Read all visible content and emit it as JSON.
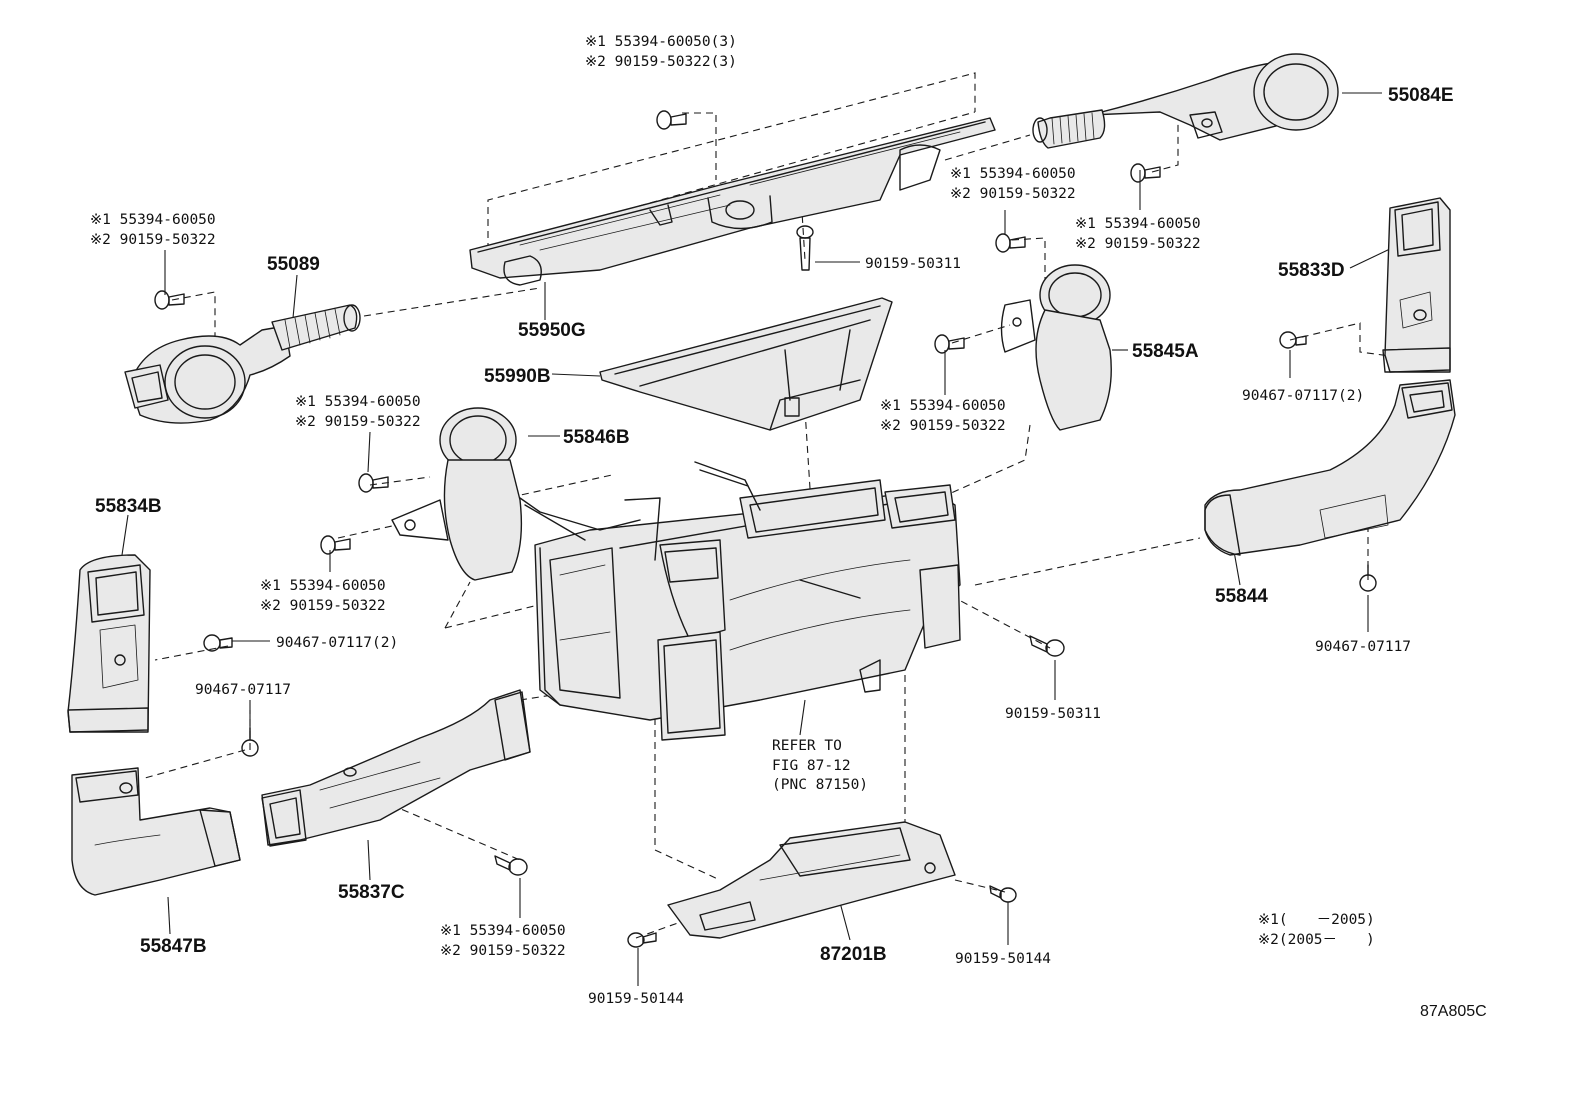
{
  "diagram_code": "87A805C",
  "legend": {
    "note1": "※1(　　－2005)",
    "note2": "※2(2005－　　)"
  },
  "refer": {
    "line1": "REFER TO",
    "line2": "FIG 87-12",
    "line3": "(PNC 87150)"
  },
  "parts": {
    "p55084E": "55084E",
    "p55089": "55089",
    "p55950G": "55950G",
    "p55990B": "55990B",
    "p55833D": "55833D",
    "p55845A": "55845A",
    "p55846B": "55846B",
    "p55834B": "55834B",
    "p55844": "55844",
    "p55837C": "55837C",
    "p55847B": "55847B",
    "p87201B": "87201B"
  },
  "fasteners": {
    "top_bolt_1": "※1 55394-60050(3)",
    "top_bolt_2": "※2 90159-50322(3)",
    "left_bolt_1": "※1 55394-60050",
    "left_bolt_2": "※2 90159-50322",
    "mid_bolt_1": "※1 55394-60050",
    "mid_bolt_2": "※2 90159-50322",
    "right_bolt_1": "※1 55394-60050",
    "right_bolt_2": "※2 90159-50322",
    "center_bolt_1": "※1 55394-60050",
    "center_bolt_2": "※2 90159-50322",
    "b55846_upper_1": "※1 55394-60050",
    "b55846_upper_2": "※2 90159-50322",
    "b55846_lower_1": "※1 55394-60050",
    "b55846_lower_2": "※2 90159-50322",
    "b55837_1": "※1 55394-60050",
    "b55837_2": "※2 90159-50322",
    "screw_top": "90159-50311",
    "screw_right": "90159-50311",
    "clip_right_2": "90467-07117(2)",
    "clip_right": "90467-07117",
    "clip_left_2": "90467-07117(2)",
    "clip_left": "90467-07117",
    "screw_bottom_left": "90159-50144",
    "screw_bottom_right": "90159-50144"
  }
}
